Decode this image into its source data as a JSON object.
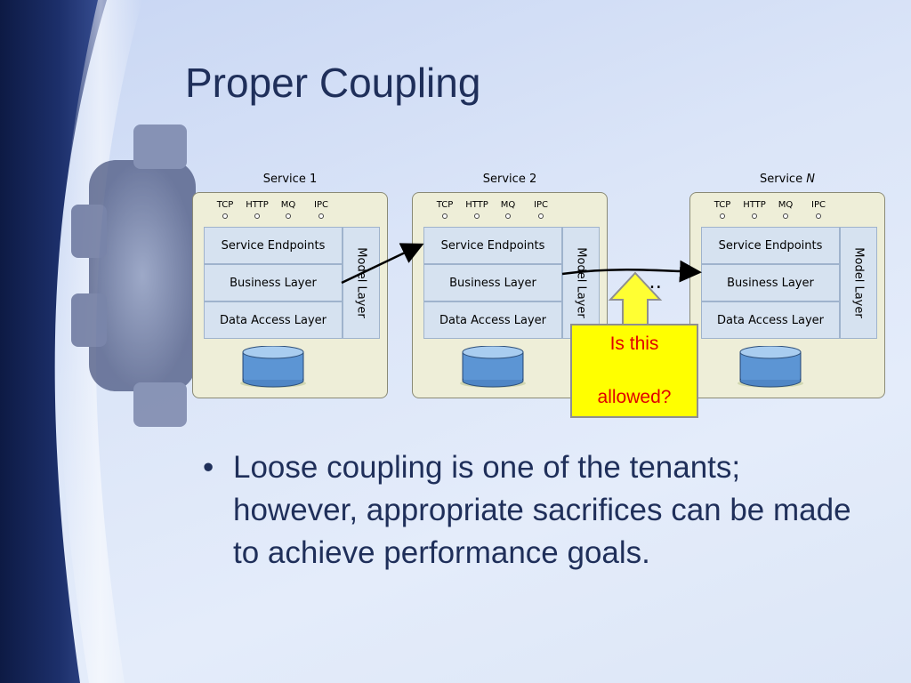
{
  "slide": {
    "title": "Proper Coupling"
  },
  "services": [
    {
      "name": "Service 1",
      "name_italic": "",
      "protocols": [
        "TCP",
        "HTTP",
        "MQ",
        "IPC"
      ],
      "layers": [
        "Service Endpoints",
        "Business Layer",
        "Data Access Layer"
      ],
      "model_layer": "Model Layer"
    },
    {
      "name": "Service 2",
      "name_italic": "",
      "protocols": [
        "TCP",
        "HTTP",
        "MQ",
        "IPC"
      ],
      "layers": [
        "Service Endpoints",
        "Business Layer",
        "Data Access Layer"
      ],
      "model_layer": "Model Layer"
    },
    {
      "name": "Service ",
      "name_italic": "N",
      "protocols": [
        "TCP",
        "HTTP",
        "MQ",
        "IPC"
      ],
      "layers": [
        "Service Endpoints",
        "Business Layer",
        "Data Access Layer"
      ],
      "model_layer": "Model Layer"
    }
  ],
  "ellipsis": "…",
  "callout": {
    "line1": "Is this",
    "line2": "allowed?"
  },
  "bullets": [
    "Loose coupling is one of the tenants; however, appropriate sacrifices can be made to achieve performance goals."
  ],
  "colors": {
    "title": "#1f2f5a",
    "callout_fill": "#ffff00",
    "callout_text": "#e00000",
    "service_box": "#eeeed8",
    "layer_fill": "#d6e2f0",
    "arrow_fill": "#ffff33"
  }
}
